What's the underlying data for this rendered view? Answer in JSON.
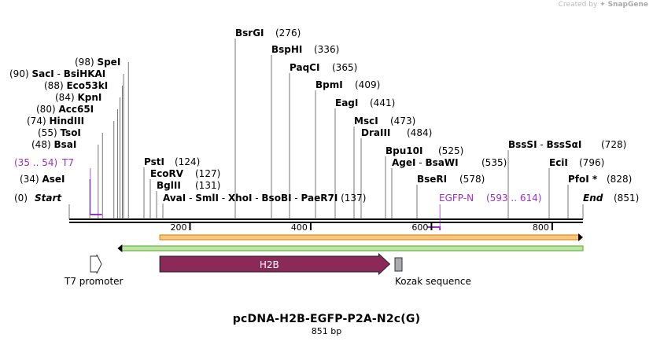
{
  "credit": {
    "prefix": "Created by",
    "brand": "SnapGene"
  },
  "map": {
    "name": "pcDNA-H2B-EGFP-P2A-N2c(G)",
    "length_text": "851 bp",
    "length_bp": 851,
    "start_label": "Start",
    "end_label": "End",
    "start_pos": "(0)",
    "end_pos": "(851)"
  },
  "sites": [
    {
      "pos_text": "(98)",
      "enzyme": "SpeI",
      "bp": 98
    },
    {
      "pos_text": "(90)",
      "enzyme": "SacI",
      "bp": 90,
      "joined": "BsiHKAI"
    },
    {
      "pos_text": "(88)",
      "enzyme": "Eco53kI",
      "bp": 88
    },
    {
      "pos_text": "(84)",
      "enzyme": "KpnI",
      "bp": 84
    },
    {
      "pos_text": "(80)",
      "enzyme": "Acc65I",
      "bp": 80
    },
    {
      "pos_text": "(74)",
      "enzyme": "HindIII",
      "bp": 74
    },
    {
      "pos_text": "(55)",
      "enzyme": "TsoI",
      "bp": 55
    },
    {
      "pos_text": "(48)",
      "enzyme": "BsaI",
      "bp": 48
    },
    {
      "pos_text": "(34)",
      "enzyme": "AseI",
      "bp": 34
    },
    {
      "pos_text": "(276)",
      "enzyme": "BsrGI",
      "bp": 276
    },
    {
      "pos_text": "(336)",
      "enzyme": "BspHI",
      "bp": 336
    },
    {
      "pos_text": "(365)",
      "enzyme": "PaqCI",
      "bp": 365
    },
    {
      "pos_text": "(409)",
      "enzyme": "BpmI",
      "bp": 409
    },
    {
      "pos_text": "(441)",
      "enzyme": "EagI",
      "bp": 441
    },
    {
      "pos_text": "(473)",
      "enzyme": "MscI",
      "bp": 473
    },
    {
      "pos_text": "(484)",
      "enzyme": "DraIII",
      "bp": 484
    },
    {
      "pos_text": "(525)",
      "enzyme": "Bpu10I",
      "bp": 525
    },
    {
      "pos_text": "(535)",
      "enzyme": "AgeI",
      "bp": 535,
      "joined": "BsaWI"
    },
    {
      "pos_text": "(578)",
      "enzyme": "BseRI",
      "bp": 578
    },
    {
      "pos_text": "(728)",
      "enzyme": "BssSI",
      "bp": 728,
      "joined": "BssSαI"
    },
    {
      "pos_text": "(796)",
      "enzyme": "EciI",
      "bp": 796
    },
    {
      "pos_text": "(828)",
      "enzyme": "PfoI *",
      "bp": 828
    },
    {
      "pos_text": "(124)",
      "enzyme": "PstI",
      "bp": 124
    },
    {
      "pos_text": "(127)",
      "enzyme": "EcoRV",
      "bp": 127
    },
    {
      "pos_text": "(131)",
      "enzyme": "BglII",
      "bp": 131
    }
  ],
  "cluster_row": {
    "enzymes": [
      "AvaI",
      "SmlI",
      "XhoI",
      "BsoBI",
      "PaeR7I"
    ],
    "pos_text": "(137)",
    "bp": 137
  },
  "primers": [
    {
      "name": "T7",
      "range": "(35 .. 54)",
      "start": 35,
      "end": 54
    },
    {
      "name": "EGFP-N",
      "range": "(593 .. 614)",
      "start": 593,
      "end": 614
    }
  ],
  "ticks": [
    200,
    400,
    600,
    800
  ],
  "features": [
    {
      "name": "H2B",
      "start": 150,
      "end": 531,
      "color": "#8b2a58",
      "type": "arrow"
    },
    {
      "name": "T7 promoter",
      "start": 34,
      "end": 53,
      "type": "promoter"
    },
    {
      "name": "Kozak sequence",
      "start": 563,
      "end": 573,
      "color": "#a9adb2",
      "type": "box"
    }
  ],
  "orfs": [
    {
      "start": 150,
      "end": 851,
      "direction": "forward",
      "color": "#e38a1e"
    },
    {
      "start": 80,
      "end": 851,
      "direction": "reverse",
      "color": "#63b83c"
    }
  ],
  "colors": {
    "primer": "#9b30c8",
    "backbone": "#000000"
  }
}
